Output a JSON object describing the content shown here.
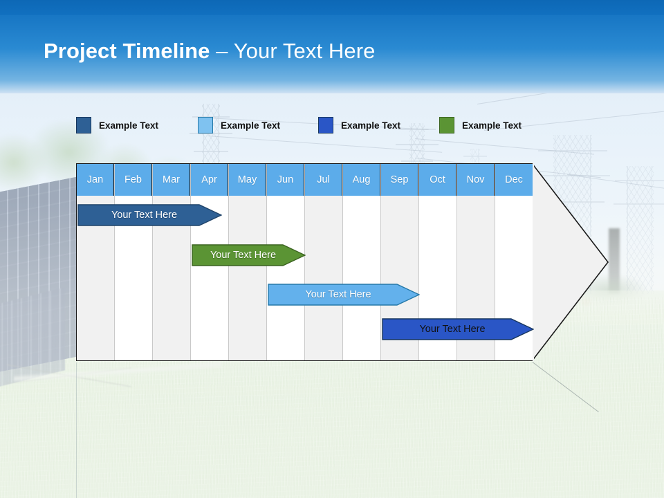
{
  "slide": {
    "title_strong": "Project Timeline ",
    "title_sep": "– ",
    "title_light": "Your Text Here",
    "background_description": "solar-panel-and-power-lines-field-photo"
  },
  "theme": {
    "banner_blue": "#1170c0",
    "header_cell_blue": "#5cacea",
    "grid_line": "#c9c9c9",
    "outline": "#1a1a1a",
    "col_shade_a": "#f1f1f1",
    "col_shade_b": "#ffffff"
  },
  "legend": {
    "items": [
      {
        "label": "Example Text",
        "color": "#2e6095",
        "border": "#17365d",
        "x": 0
      },
      {
        "label": "Example Text",
        "color": "#7fc2f0",
        "border": "#2679a8",
        "x": 176
      },
      {
        "label": "Example Text",
        "color": "#2a56c6",
        "border": "#17365d",
        "x": 350
      },
      {
        "label": "Example Text",
        "color": "#5b9434",
        "border": "#3b6320",
        "x": 525
      }
    ]
  },
  "chart_data": {
    "type": "bar",
    "title": "Project Timeline",
    "orientation": "horizontal-gantt",
    "categories": [
      "Jan",
      "Feb",
      "Mar",
      "Apr",
      "May",
      "Jun",
      "Jul",
      "Aug",
      "Sep",
      "Oct",
      "Nov",
      "Dec"
    ],
    "xlabel": "",
    "ylabel": "",
    "grid": true,
    "legend_position": "top",
    "series": [
      {
        "name": "Example Text",
        "label": "Your  Text Here",
        "color": "#2e6095",
        "border": "#1f4369",
        "text_color": "light",
        "start_month": "Jan",
        "end_month": "Apr",
        "start_index": 0,
        "span": 3.8,
        "row": 1
      },
      {
        "name": "Example Text",
        "label": "Your  Text Here",
        "color": "#5b9434",
        "border": "#3b6320",
        "text_color": "light",
        "start_month": "Apr",
        "end_month": "Jun",
        "start_index": 3,
        "span": 3.0,
        "row": 2
      },
      {
        "name": "Example Text",
        "label": "Your  Text Here",
        "color": "#63b1ec",
        "border": "#2679a8",
        "text_color": "light",
        "start_month": "Jun",
        "end_month": "Sep",
        "start_index": 5,
        "span": 4.0,
        "row": 3
      },
      {
        "name": "Example Text",
        "label": "Your  Text Here",
        "color": "#2a56c6",
        "border": "#17365d",
        "text_color": "dark",
        "start_month": "Sep",
        "end_month": "Dec",
        "start_index": 8,
        "span": 4.0,
        "row": 4
      }
    ]
  }
}
